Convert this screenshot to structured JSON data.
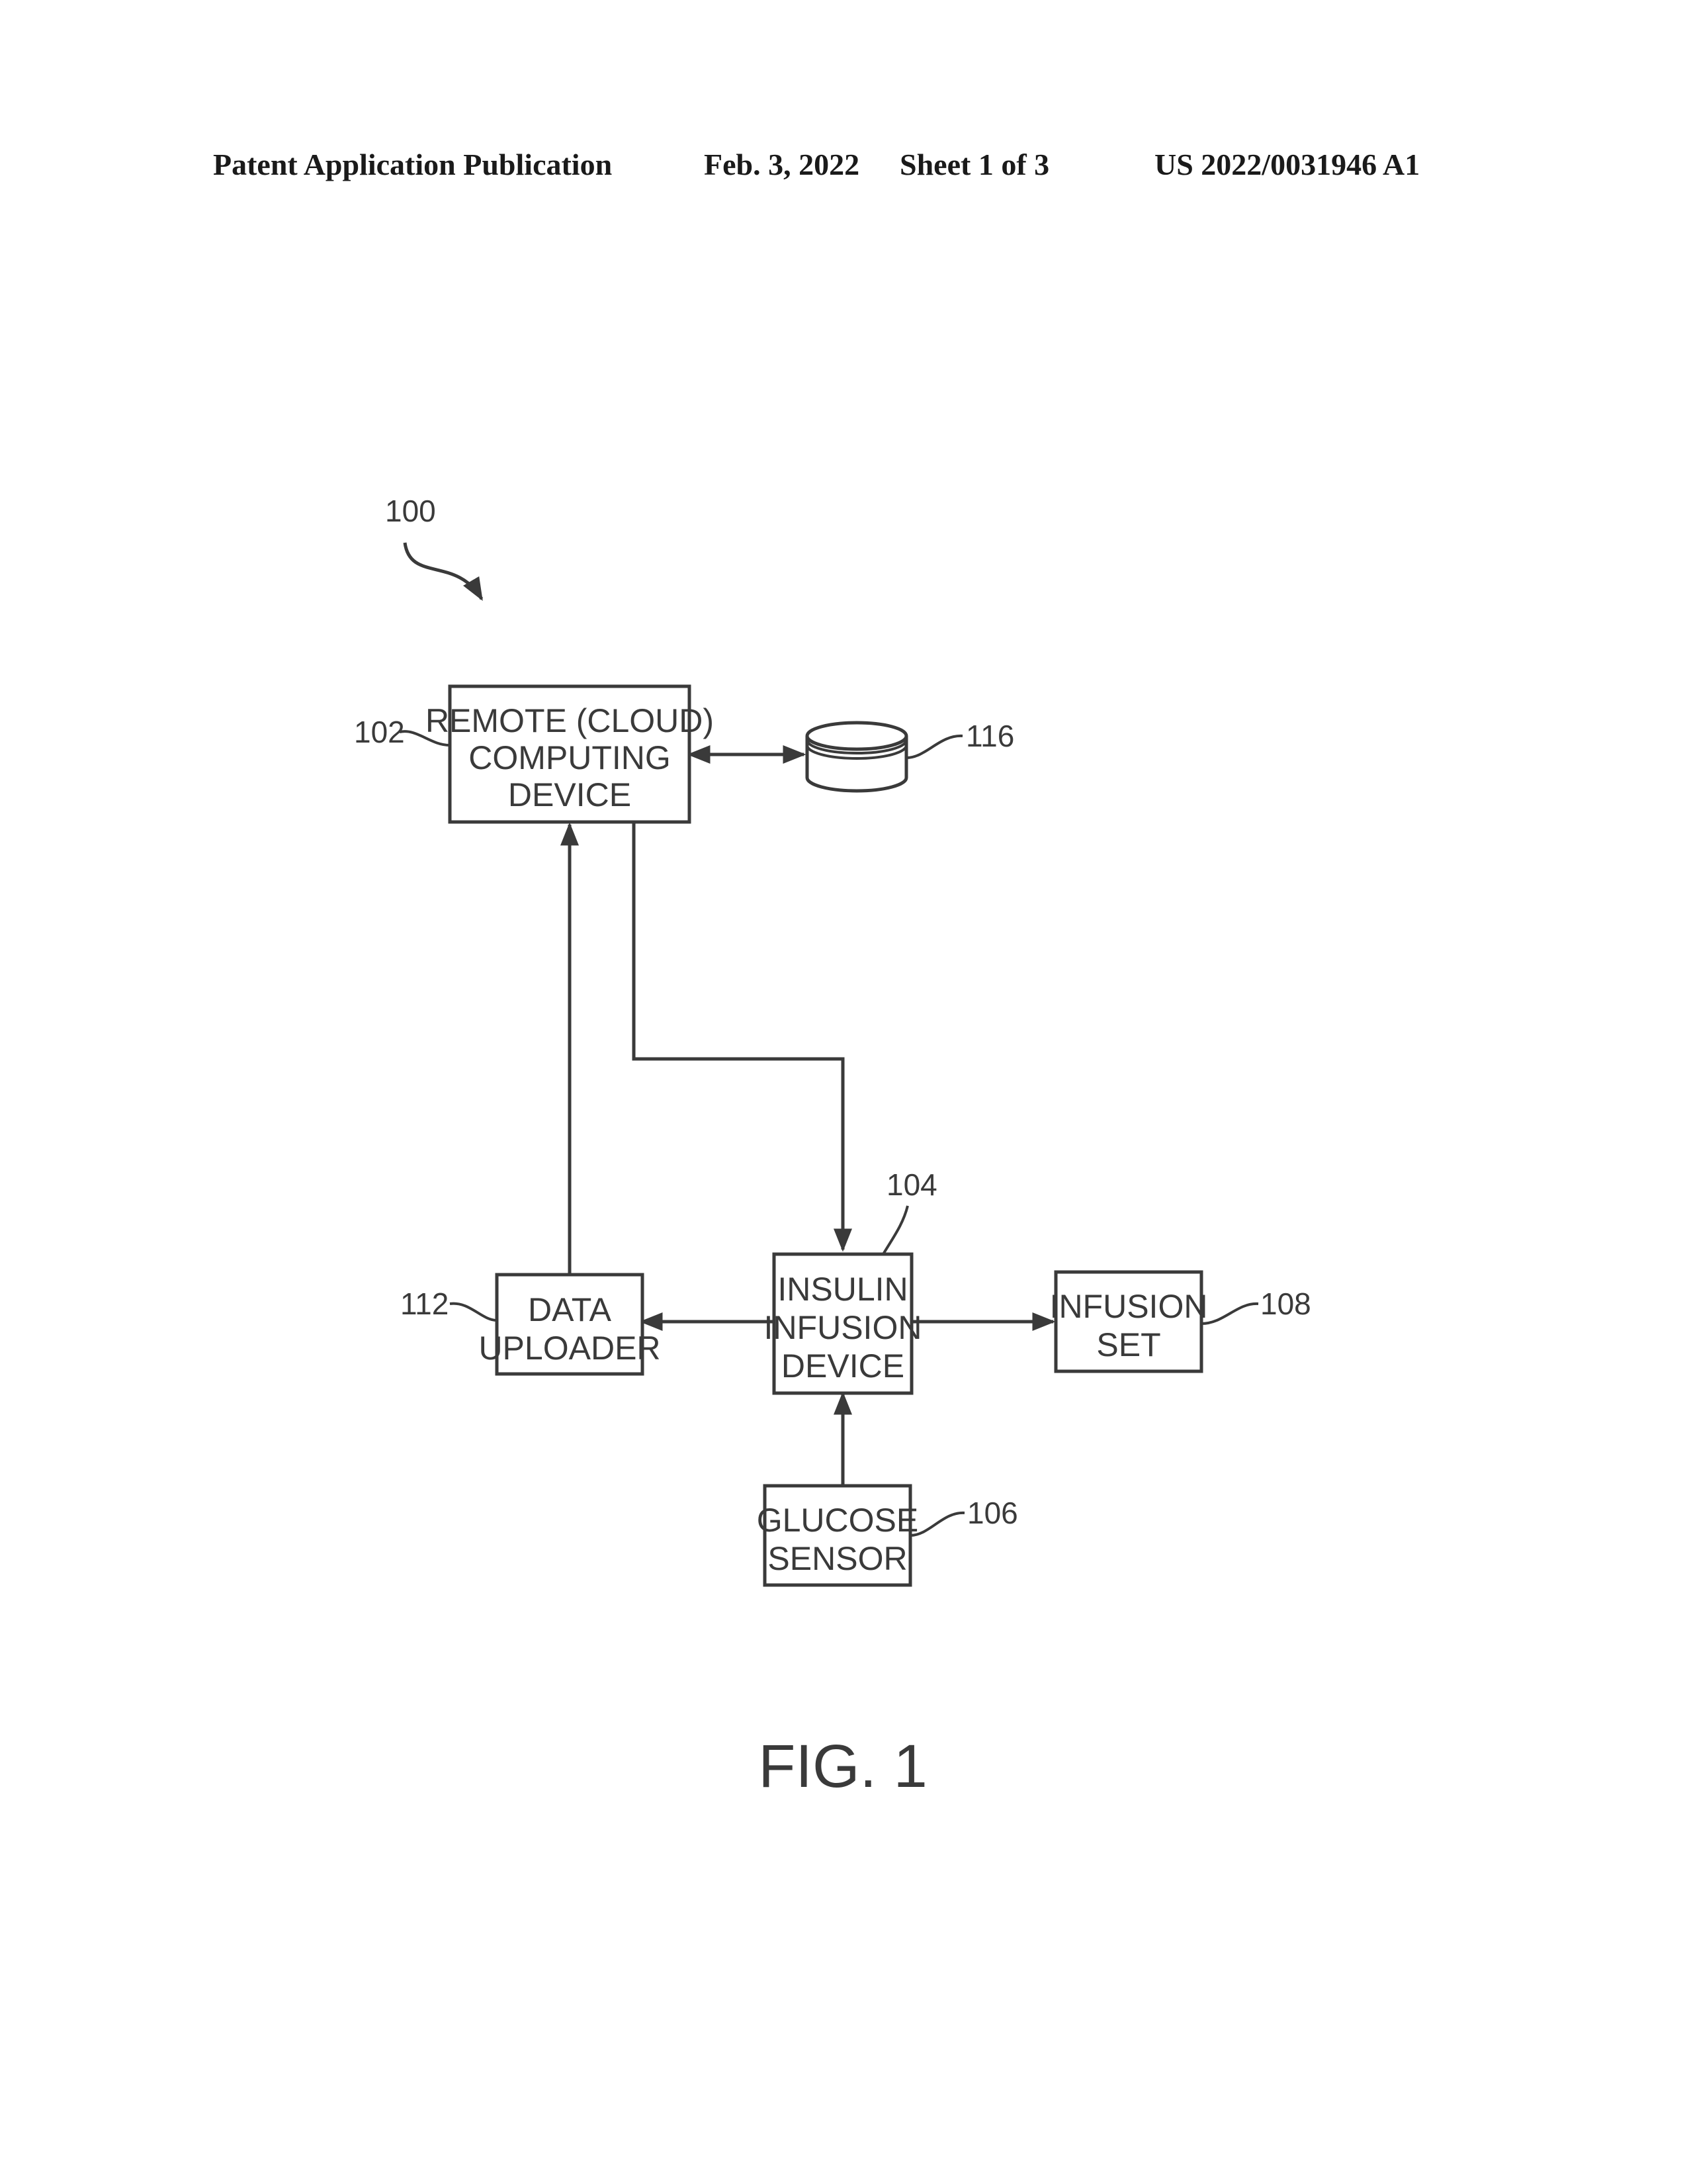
{
  "header": {
    "publication": "Patent Application Publication",
    "date": "Feb. 3, 2022",
    "sheet": "Sheet 1 of 3",
    "number": "US 2022/0031946 A1"
  },
  "figure": {
    "system_ref": "100",
    "caption": "FIG. 1"
  },
  "nodes": {
    "remote_computing_device": {
      "ref": "102",
      "lines": [
        "REMOTE (CLOUD)",
        "COMPUTING",
        "DEVICE"
      ]
    },
    "database": {
      "ref": "116"
    },
    "insulin_infusion_device": {
      "ref": "104",
      "lines": [
        "INSULIN",
        "INFUSION",
        "DEVICE"
      ]
    },
    "data_uploader": {
      "ref": "112",
      "lines": [
        "DATA",
        "UPLOADER"
      ]
    },
    "infusion_set": {
      "ref": "108",
      "lines": [
        "INFUSION",
        "SET"
      ]
    },
    "glucose_sensor": {
      "ref": "106",
      "lines": [
        "GLUCOSE",
        "SENSOR"
      ]
    }
  },
  "colors": {
    "ink": "#3a3a3a",
    "paper": "#ffffff"
  }
}
